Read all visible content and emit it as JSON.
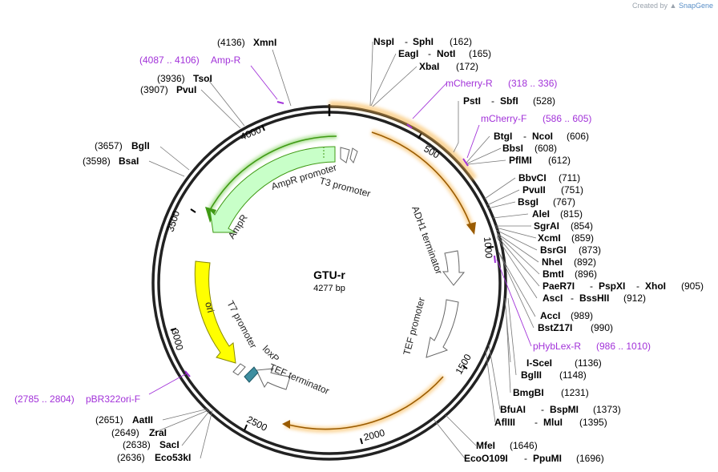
{
  "credit": {
    "prefix": "Created by",
    "brand": "SnapGene"
  },
  "map": {
    "name": "GTU-r",
    "length_label": "4277 bp"
  },
  "enzymes": [
    {
      "id": "xmni",
      "name": "XmnI",
      "pos": "(4136)"
    },
    {
      "id": "tsoi",
      "name": "TsoI",
      "pos": "(3936)"
    },
    {
      "id": "pvui",
      "name": "PvuI",
      "pos": "(3907)"
    },
    {
      "id": "bgli",
      "name": "BglI",
      "pos": "(3657)"
    },
    {
      "id": "bsai",
      "name": "BsaI",
      "pos": "(3598)"
    },
    {
      "id": "nspi",
      "name": "NspI",
      "sep": "-",
      "name2": "SphI",
      "pos": "(162)"
    },
    {
      "id": "eagi",
      "name": "EagI",
      "sep": "-",
      "name2": "NotI",
      "pos": "(165)"
    },
    {
      "id": "xbai",
      "name": "XbaI",
      "pos": "(172)"
    },
    {
      "id": "psti",
      "name": "PstI",
      "sep": "-",
      "name2": "SbfI",
      "pos": "(528)"
    },
    {
      "id": "btgi",
      "name": "BtgI",
      "sep": "-",
      "name2": "NcoI",
      "pos": "(606)"
    },
    {
      "id": "bbsi",
      "name": "BbsI",
      "pos": "(608)"
    },
    {
      "id": "pflmi",
      "name": "PflMI",
      "pos": "(612)"
    },
    {
      "id": "bbvci",
      "name": "BbvCI",
      "pos": "(711)"
    },
    {
      "id": "pvuii",
      "name": "PvuII",
      "pos": "(751)"
    },
    {
      "id": "bsgi",
      "name": "BsgI",
      "pos": "(767)"
    },
    {
      "id": "alei",
      "name": "AleI",
      "pos": "(815)"
    },
    {
      "id": "sgrai",
      "name": "SgrAI",
      "pos": "(854)"
    },
    {
      "id": "xcmi",
      "name": "XcmI",
      "pos": "(859)"
    },
    {
      "id": "bsrgi",
      "name": "BsrGI",
      "pos": "(873)"
    },
    {
      "id": "nhei",
      "name": "NheI",
      "pos": "(892)"
    },
    {
      "id": "bmti",
      "name": "BmtI",
      "pos": "(896)"
    },
    {
      "id": "paer7i",
      "name": "PaeR7I",
      "sep": "-",
      "name2": "PspXI",
      "sep2": "-",
      "name3": "XhoI",
      "pos": "(905)"
    },
    {
      "id": "asci",
      "name": "AscI",
      "sep": "-",
      "name2": "BssHII",
      "pos": "(912)"
    },
    {
      "id": "acci",
      "name": "AccI",
      "pos": "(989)"
    },
    {
      "id": "bstz17i",
      "name": "BstZ17I",
      "pos": "(990)"
    },
    {
      "id": "iscei",
      "name": "I-SceI",
      "pos": "(1136)"
    },
    {
      "id": "bglii",
      "name": "BglII",
      "pos": "(1148)"
    },
    {
      "id": "bmgbi",
      "name": "BmgBI",
      "pos": "(1231)"
    },
    {
      "id": "bfuai",
      "name": "BfuAI",
      "sep": "-",
      "name2": "BspMI",
      "pos": "(1373)"
    },
    {
      "id": "afliii",
      "name": "AflIII",
      "sep": "-",
      "name2": "MluI",
      "pos": "(1395)"
    },
    {
      "id": "mfei",
      "name": "MfeI",
      "pos": "(1646)"
    },
    {
      "id": "eco0109i",
      "name": "EcoO109I",
      "sep": "-",
      "name2": "PpuMI",
      "pos": "(1696)"
    },
    {
      "id": "aatii",
      "name": "AatII",
      "pos": "(2651)"
    },
    {
      "id": "zrai",
      "name": "ZraI",
      "pos": "(2649)"
    },
    {
      "id": "saci",
      "name": "SacI",
      "pos": "(2638)"
    },
    {
      "id": "eco53ki",
      "name": "Eco53kI",
      "pos": "(2636)"
    }
  ],
  "primers": [
    {
      "id": "ampr",
      "range": "(4087 .. 4106)",
      "name": "Amp-R"
    },
    {
      "id": "mcherryr",
      "name": "mCherry-R",
      "range": "(318 .. 336)"
    },
    {
      "id": "mcherryf",
      "name": "mCherry-F",
      "range": "(586 .. 605)"
    },
    {
      "id": "phyblexr",
      "name": "pHybLex-R",
      "range": "(986 .. 1010)"
    },
    {
      "id": "pbr322orif",
      "range": "(2785 .. 2804)",
      "name": "pBR322ori-F"
    }
  ],
  "features": {
    "ampr_promoter": "AmpR promoter",
    "t3_promoter": "T3 promoter",
    "ampr": "AmpR",
    "adh1_terminator": "ADH1 terminator",
    "tef_promoter": "TEF promoter",
    "ori": "ori",
    "t7_promoter": "T7 promoter",
    "loxp": "loxP",
    "tef_terminator": "TEF terminator"
  },
  "ticks": [
    "500",
    "1000",
    "1500",
    "2000",
    "2500",
    "3000",
    "3500",
    "4000"
  ],
  "colors": {
    "ampr": "#c8ffc8",
    "ampr_outline": "#3f9a14",
    "ori": "#ffff00",
    "orange_band": "#f7b347",
    "loxp": "#3e8ea0",
    "primer": "#a232d9"
  }
}
